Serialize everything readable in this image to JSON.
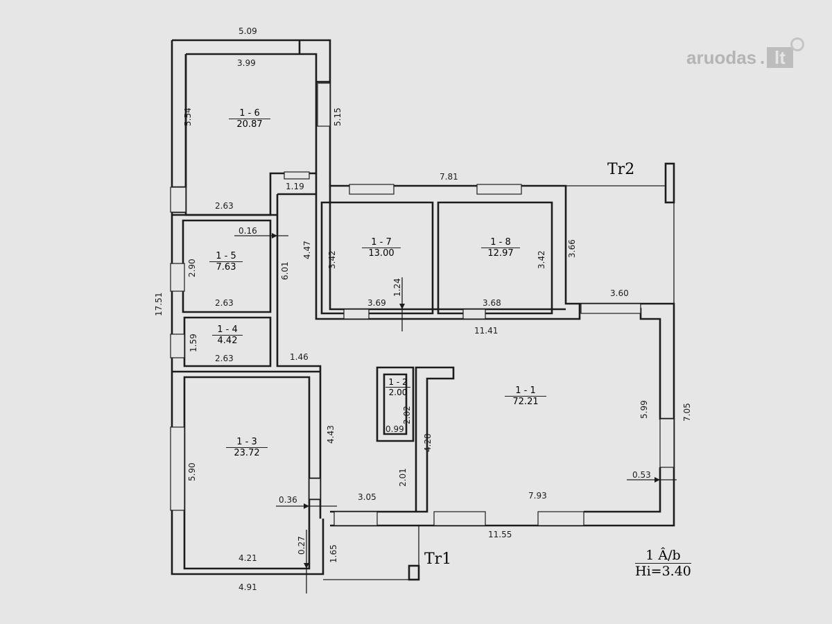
{
  "watermark": {
    "text": "aruodas",
    "tld": "lt",
    "dot": "."
  },
  "rooms": [
    {
      "id": "1 - 6",
      "area": "20.87"
    },
    {
      "id": "1 - 5",
      "area": "7.63"
    },
    {
      "id": "1 - 4",
      "area": "4.42"
    },
    {
      "id": "1 - 3",
      "area": "23.72"
    },
    {
      "id": "1 - 7",
      "area": "13.00"
    },
    {
      "id": "1 - 8",
      "area": "12.97"
    },
    {
      "id": "1 - 2",
      "area": "2.00"
    },
    {
      "id": "1 - 1",
      "area": "72.21"
    }
  ],
  "dimensions": {
    "top_total": "5.09",
    "r16_width": "3.99",
    "r16_height": "5.54",
    "r16_side": "5.15",
    "r16_bottom": "2.63",
    "corridor_top": "1.19",
    "r15_offset": "0.16",
    "r15_height": "2.90",
    "r15_bottom": "2.63",
    "corridor_len": "6.01",
    "left_total": "17.51",
    "r14_height": "1.59",
    "r14_bottom": "2.63",
    "corridor_bottom": "1.46",
    "r17_side": "4.47",
    "r17_height": "3.42",
    "r17_bottom": "3.69",
    "r17_door": "1.24",
    "r18_bottom": "3.68",
    "r18_height": "3.42",
    "top_mid": "7.81",
    "terrace2_height": "3.66",
    "terrace2_width": "3.60",
    "mid_total": "11.41",
    "r12_width": "0.99",
    "r12_height": "2.02",
    "r11_left": "4.28",
    "r11_right": "5.99",
    "right_total": "7.05",
    "right_offset": "0.53",
    "r13_height": "5.90",
    "r13_side": "4.43",
    "r13_offset": "0.36",
    "hall_small": "2.01",
    "hall_bottom": "3.05",
    "r11_bottom": "7.93",
    "bottom_total": "11.55",
    "r13_bottom": "4.21",
    "r13_wall": "0.27",
    "terrace1_height": "1.65",
    "bottom_left_total": "4.91"
  },
  "labels": {
    "tr1": "Tr1",
    "tr2": "Tr2",
    "floor": "1 Â/b",
    "height": "Hi=3.40"
  }
}
